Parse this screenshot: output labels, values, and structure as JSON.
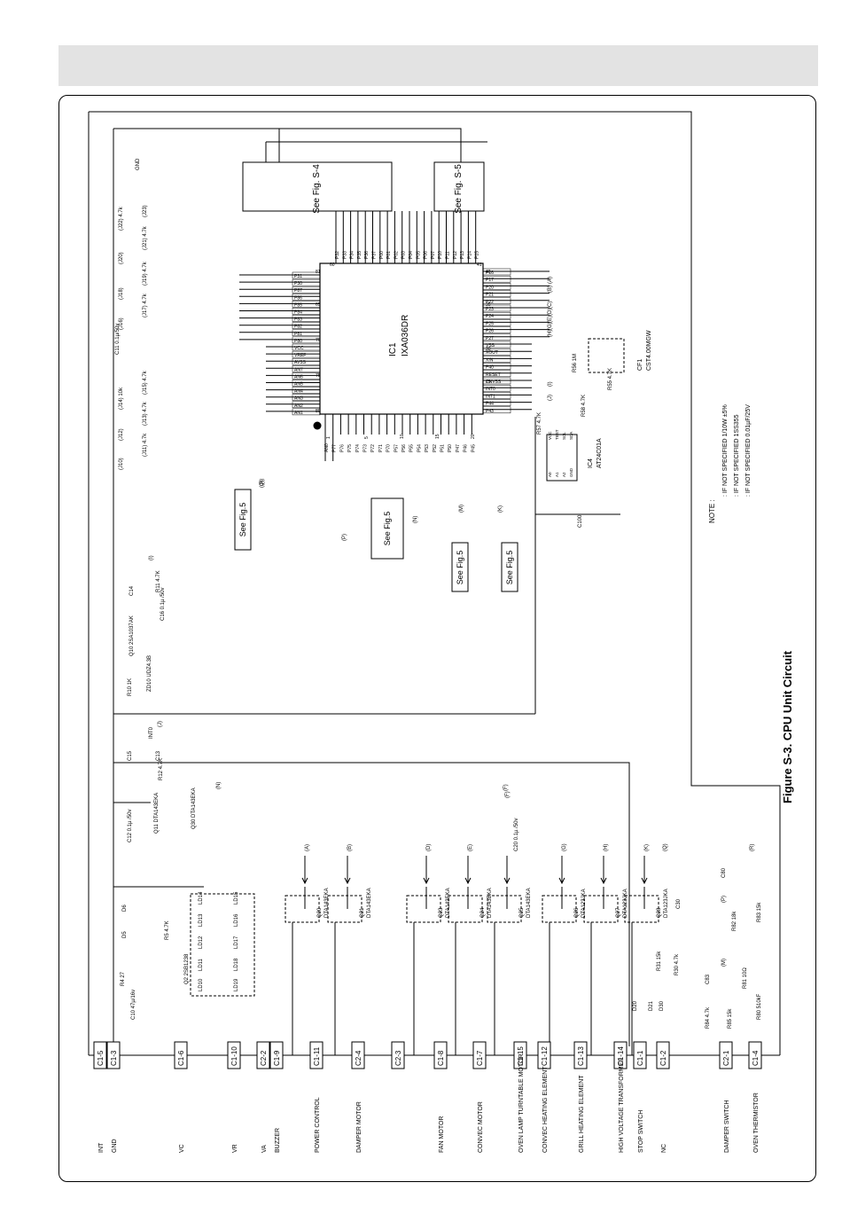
{
  "figure_title": "Figure S-3. CPU Unit Circuit",
  "ic1": {
    "ref": "IC1",
    "part": "IXA036DR"
  },
  "see_fig_s4": "See Fig. S-4",
  "see_fig_s5": "See Fig. S-5",
  "see_fig5": "See Fig.5",
  "ic4": {
    "ref": "IC4",
    "part": "AT24C01A"
  },
  "cf1": {
    "ref": "CF1",
    "part": "CST4.00MGW"
  },
  "note": {
    "heading": "NOTE :",
    "lines": [
      ": IF NOT SPECIFIED 1/10W ±5%",
      ": IF NOT SPECIFIED 1SS355",
      ": IF NOT SPECIFIED 0.01µF/25V"
    ]
  },
  "pins_top": [
    "P32",
    "P33",
    "P34",
    "P35",
    "P36",
    "P37",
    "P00",
    "P01",
    "P02",
    "P03",
    "P04",
    "P05",
    "P06",
    "P07",
    "P10",
    "P11",
    "P12",
    "P13",
    "P14",
    "P15"
  ],
  "pins_left": [
    "P31",
    "P30",
    "P87",
    "P86",
    "P85",
    "P84",
    "P83",
    "P82",
    "P81",
    "P80",
    "VCC",
    "VREF",
    "AVSS",
    "AN7",
    "AN6",
    "AN5",
    "AN4",
    "AN3",
    "AN2",
    "AN1"
  ],
  "pins_bottom": [
    "AN0",
    "P77",
    "P76",
    "P75",
    "P74",
    "P73",
    "P72",
    "P71",
    "P70",
    "P57",
    "P56",
    "P55",
    "P54",
    "P53",
    "P52",
    "P51",
    "P50",
    "P47",
    "P46",
    "P45"
  ],
  "pins_right": [
    "P16",
    "P17",
    "P20",
    "P21",
    "P22",
    "P23",
    "P24",
    "P25",
    "P26",
    "P27",
    "VSS",
    "XOUT",
    "XIN",
    "P40",
    "RESET",
    "CNVSS",
    "INT0",
    "INT1",
    "P44",
    "P43"
  ],
  "pin_numbers": {
    "top": [
      "60",
      "41"
    ],
    "left": [
      "81",
      "65",
      "70",
      "75",
      "80"
    ],
    "bottom": [
      "1",
      "5",
      "10",
      "15",
      "20"
    ],
    "right": [
      "40",
      "35",
      "30",
      "25"
    ]
  },
  "connectors": [
    {
      "pin": "C1-5",
      "label": "INT"
    },
    {
      "pin": "C1-3",
      "label": "GND"
    },
    {
      "pin": "C1-6",
      "label": "VC"
    },
    {
      "pin": "C1-10",
      "label": "VR"
    },
    {
      "pin": "C2-2",
      "label": "VA"
    },
    {
      "pin": "C1-9",
      "label": "BUZZER"
    },
    {
      "pin": "C1-11",
      "label": "POWER CONTROL"
    },
    {
      "pin": "C2-4",
      "label": "DAMPER MOTOR"
    },
    {
      "pin": "C2-3",
      "label": ""
    },
    {
      "pin": "C1-8",
      "label": "FAN MOTOR"
    },
    {
      "pin": "C1-7",
      "label": "CONVEC MOTOR"
    },
    {
      "pin": "C1-15",
      "label": "OVEN LAMP TURNTABLE MOTOR"
    },
    {
      "pin": "C1-12",
      "label": "CONVEC HEATING ELEMENT"
    },
    {
      "pin": "C1-13",
      "label": "GRILL HEATING ELEMENT"
    },
    {
      "pin": "C1-14",
      "label": "HIGH VOLTAGE TRANSFORMER"
    },
    {
      "pin": "C1-1",
      "label": "STOP SWITCH"
    },
    {
      "pin": "C1-2",
      "label": "NC"
    },
    {
      "pin": "C2-1",
      "label": "DAMPER SWITCH"
    },
    {
      "pin": "C1-4",
      "label": "OVEN THERMISTOR"
    }
  ],
  "jumpers": [
    "(J10)",
    "(J11) 4.7k",
    "(J12)",
    "(J13) 4.7k",
    "(J14) 10k",
    "(J15) 4.7k",
    "(J16)",
    "(J17) 4.7k",
    "(J18)",
    "(J19) 4.7k",
    "(J20)",
    "(J21) 4.7k",
    "(J22) 4.7k",
    "(J23)"
  ],
  "top_components": [
    "C11 0.1µ/50v",
    "ZD10 UDZ4.3B",
    "R10 1K",
    "Q10 2SA1037AK",
    "C16 0.1µ /50v",
    "C14",
    "R11 4.7K",
    "(I)",
    "C15",
    "C13",
    "R12 4.7K",
    "INT0",
    "(J)",
    "Q11 DTA143EKA",
    "C12 0.1µ /50v",
    "GND",
    "C100"
  ],
  "ic1_side_labels": [
    "(A)",
    "(B)",
    "(C)",
    "(D)",
    "(E)",
    "(F)",
    "(G)",
    "(H)",
    "(I)",
    "(J)",
    "(K)",
    "(M)",
    "(N)",
    "(P)",
    "(Q)",
    "(R)",
    "R55 4.7K",
    "R56 1M",
    "R58 4.7K",
    "R57 4.7K"
  ],
  "ic4_pins": [
    "A0",
    "A1",
    "A2",
    "GND",
    "VCC",
    "TEST",
    "SCL",
    "SDA"
  ],
  "drivers": [
    {
      "ref": "Q20",
      "part": "DTA143EKA",
      "tag": "(A)"
    },
    {
      "ref": "Q21",
      "part": "DTA143EKA",
      "tag": "(B)"
    },
    {
      "ref": "Q23",
      "part": "DTA143EKA",
      "tag": "(D)"
    },
    {
      "ref": "Q24",
      "part": "DTA143EKA",
      "tag": "(E)"
    },
    {
      "ref": "Q25",
      "part": "DTA143EKA",
      "tag": ""
    },
    {
      "ref": "Q26",
      "part": "DTA123JKA",
      "tag": "(G)"
    },
    {
      "ref": "Q27",
      "part": "DTA123JKA",
      "tag": "(H)"
    },
    {
      "ref": "Q28",
      "part": "DTA123JKA",
      "tag": "(K)"
    }
  ],
  "bottom_components": [
    "D5",
    "D6",
    "R5 4.7K",
    "Q2 2SB1238",
    "R4 27",
    "C10 47µ/16v",
    "LD10",
    "LD11",
    "LD12",
    "LD13",
    "LD14",
    "LD15",
    "LD16",
    "LD17",
    "LD18",
    "LD19",
    "Q30 DTA143EKA",
    "(N)",
    "C20 0.1µ /50v",
    "(F)",
    "D20",
    "D21",
    "D30",
    "R31 15k",
    "R30 4.7k",
    "C30",
    "(Q)",
    "C83",
    "R84 4.7k",
    "R85 15k",
    "(M)",
    "R81 10Ω",
    "R82 18k",
    "(P)",
    "R80 510kF",
    "R83 15k",
    "C80",
    "(R)"
  ],
  "side_labels": [
    "(R)",
    "(Q)",
    "(P)",
    "(N)",
    "(M)",
    "(K)"
  ]
}
